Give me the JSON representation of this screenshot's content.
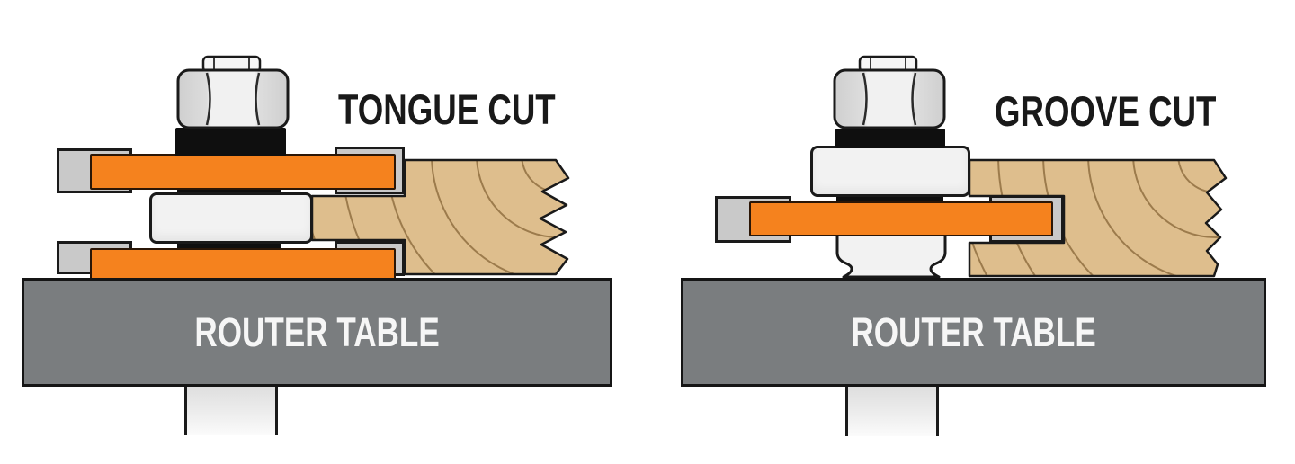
{
  "page": {
    "background": "#FFFFFF"
  },
  "colors": {
    "orange": "#F5821E",
    "wood": "#DEBE8D",
    "wood_grain": "#9C7B4C",
    "table_gray": "#7A7D7F",
    "tip_gray": "#C9C9C9",
    "outline": "#1A1A1A",
    "label_white": "#F6F6F6",
    "title_black": "#191919"
  },
  "diagrams": [
    {
      "title": "TONGUE CUT",
      "table_label": "ROUTER TABLE"
    },
    {
      "title": "GROOVE CUT",
      "table_label": "ROUTER TABLE"
    }
  ]
}
